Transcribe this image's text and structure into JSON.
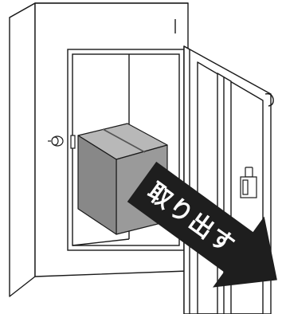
{
  "diagram": {
    "arrow_label": "取り出す",
    "colors": {
      "line": "#1a1a1a",
      "box_front": "#9a9a9a",
      "box_top": "#b8b8b8",
      "box_side": "#7f7f7f",
      "arrow": "#1e1e1e",
      "arrow_text": "#ffffff"
    },
    "icons": [
      "locker-cabinet",
      "open-door",
      "parcel-box",
      "door-handle-icon",
      "lock-knob-icon",
      "take-out-arrow-icon"
    ]
  }
}
